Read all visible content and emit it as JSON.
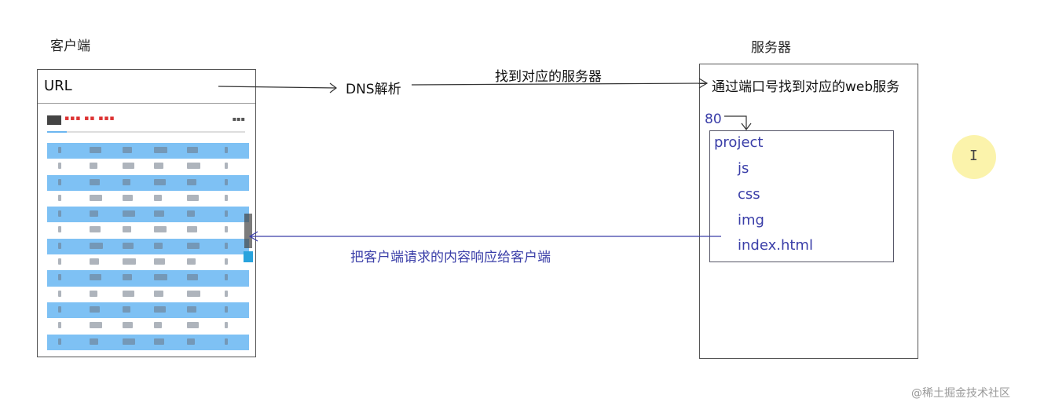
{
  "client": {
    "title": "客户端",
    "url_label": "URL"
  },
  "server": {
    "title": "服务器"
  },
  "flow": {
    "dns": "DNS解析",
    "find_server": "找到对应的服务器",
    "port_lookup": "通过端口号找到对应的web服务",
    "port_number": "80",
    "response": "把客户端请求的内容响应给客户端"
  },
  "project": {
    "root": "project",
    "children": [
      "js",
      "css",
      "img",
      "index.html"
    ]
  },
  "thumbnail": {
    "row_count": 13,
    "highlighted_rows": [
      0,
      2,
      4,
      6,
      8,
      10,
      12
    ],
    "progress_fraction": 0.1,
    "accent_color": "#7ec1f4"
  },
  "cursor_glyph": "I",
  "watermark": "@稀土掘金技术社区"
}
